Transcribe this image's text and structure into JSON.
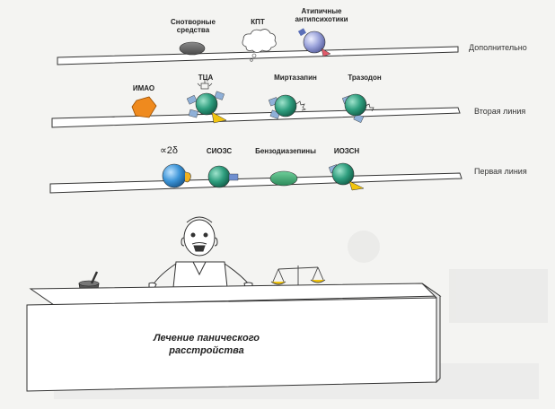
{
  "lines": {
    "additional": "Дополнительно",
    "second": "Вторая линия",
    "first": "Первая линия"
  },
  "drugs": {
    "hypnotics": "Снотворные\nсредства",
    "cbt": "КПТ",
    "atypical": "Атипичные\nантипсихотики",
    "maoi": "ИМАО",
    "tca": "ТЦА",
    "mirtazapine": "Миртазапин",
    "trazodone": "Тразодон",
    "alpha2delta": "∝2δ",
    "ssri": "СИОЗС",
    "benzo": "Бензодиазепины",
    "snri": "ИОЗСН"
  },
  "counter": {
    "title": "Лечение панического\nрасстройства"
  },
  "colors": {
    "teal": "#2e9e7e",
    "blue": "#3d95d8",
    "lavender": "#9aa2da",
    "gray": "#6b6b6b",
    "orange": "#ef8a1e",
    "yellow": "#f1c40f",
    "pink": "#e05a6a"
  }
}
